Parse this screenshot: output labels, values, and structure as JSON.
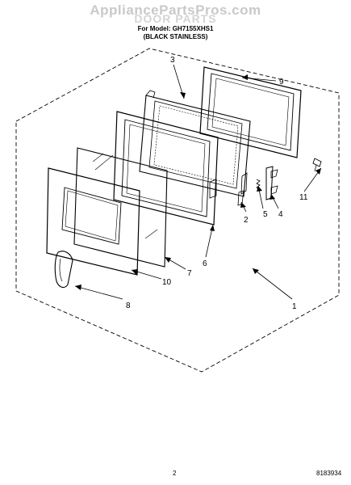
{
  "header": {
    "watermark": "AppliancePartsPros.com",
    "title": "DOOR PARTS",
    "model_line": "For Model: GH7155XHS1",
    "variant_line": "(BLACK STAINLESS)"
  },
  "callouts": [
    {
      "id": "1",
      "label": "1"
    },
    {
      "id": "2",
      "label": "2"
    },
    {
      "id": "3",
      "label": "3"
    },
    {
      "id": "4",
      "label": "4"
    },
    {
      "id": "5",
      "label": "5"
    },
    {
      "id": "6",
      "label": "6"
    },
    {
      "id": "7",
      "label": "7"
    },
    {
      "id": "8",
      "label": "8"
    },
    {
      "id": "9",
      "label": "9"
    },
    {
      "id": "10",
      "label": "10"
    },
    {
      "id": "11",
      "label": "11"
    }
  ],
  "footer": {
    "page_number": "2",
    "document_code": "8183934"
  }
}
